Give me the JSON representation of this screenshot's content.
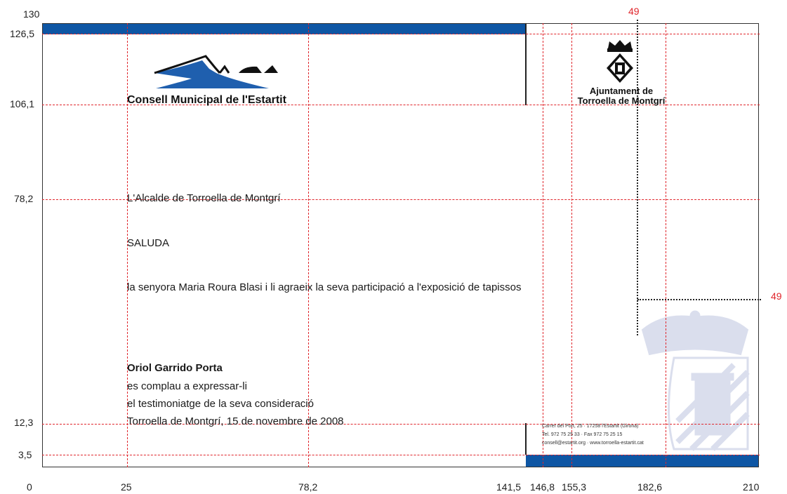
{
  "y_axis": {
    "t130": "130",
    "t126": "126,5",
    "t106": "106,1",
    "t78": "78,2",
    "t12": "12,3",
    "t3": "3,5"
  },
  "x_axis": {
    "t0": "0",
    "t25": "25",
    "t78": "78,2",
    "t141": "141,5",
    "t146": "146,8",
    "t155": "155,3",
    "t182": "182,6",
    "t210": "210"
  },
  "bleed_label_top": "49",
  "bleed_label_right": "49",
  "organization": "Consell Municipal de l'Estartit",
  "ajuntament": {
    "line1": "Ajuntament de",
    "line2": "Torroella de Montgrí"
  },
  "letter": {
    "sender": "L'Alcalde de Torroella de Montgrí",
    "greeting": "SALUDA",
    "recipient_line": "la senyora Maria Roura Blasi i li agraeix la seva participació a l'exposició de tapissos",
    "signatory": "Oriol Garrido Porta",
    "line1": "es complau a expressar-li",
    "line2": "el testimoniatge de la seva consideració",
    "place_date": "Torroella de Montgrí, 15 de novembre de 2008"
  },
  "address": {
    "line1": "Carrer del Port, 25 · 17258 l'Estartit (Girona)",
    "line2": "Tel. 972 75 25 33 · Fax 972 75 25 15",
    "line3": "consell@estartit.org · www.torroella-estartit.cat"
  },
  "colors": {
    "brand_blue": "#0e56a4",
    "guide_red": "#e0252b"
  }
}
